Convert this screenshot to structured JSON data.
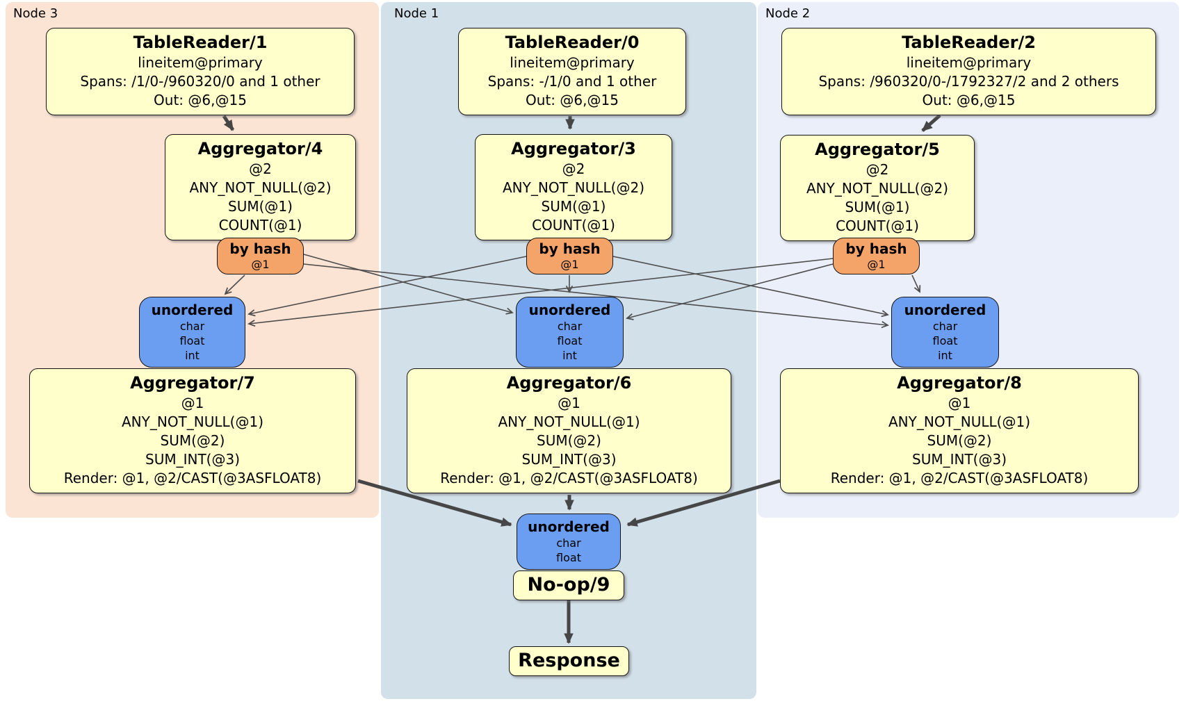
{
  "colors": {
    "node3_background": "#fce4d4",
    "node1_background": "#d2e0ea",
    "node2_background": "#eaeffa",
    "processor_box": "#ffffcc",
    "hash_router_box": "#f4a469",
    "unordered_sync_box": "#6b9ef1",
    "edge_stroke": "#464646"
  },
  "nodes": [
    {
      "label": "Node 3",
      "table_reader": {
        "title": "TableReader/1",
        "index": "lineitem@primary",
        "spans": "Spans: /1/0-/960320/0 and 1 other",
        "out": "Out: @6,@15"
      },
      "aggregator_top": {
        "title": "Aggregator/4",
        "lines": [
          "@2",
          "ANY_NOT_NULL(@2)",
          "SUM(@1)",
          "COUNT(@1)"
        ]
      },
      "router": {
        "title": "by hash",
        "detail": "@1"
      },
      "sync": {
        "title": "unordered",
        "lines": [
          "char",
          "float",
          "int"
        ]
      },
      "aggregator_bottom": {
        "title": "Aggregator/7",
        "lines": [
          "@1",
          "ANY_NOT_NULL(@1)",
          "SUM(@2)",
          "SUM_INT(@3)",
          "Render: @1, @2/CAST(@3ASFLOAT8)"
        ]
      }
    },
    {
      "label": "Node 1",
      "table_reader": {
        "title": "TableReader/0",
        "index": "lineitem@primary",
        "spans": "Spans: -/1/0 and 1 other",
        "out": "Out: @6,@15"
      },
      "aggregator_top": {
        "title": "Aggregator/3",
        "lines": [
          "@2",
          "ANY_NOT_NULL(@2)",
          "SUM(@1)",
          "COUNT(@1)"
        ]
      },
      "router": {
        "title": "by hash",
        "detail": "@1"
      },
      "sync": {
        "title": "unordered",
        "lines": [
          "char",
          "float",
          "int"
        ]
      },
      "aggregator_bottom": {
        "title": "Aggregator/6",
        "lines": [
          "@1",
          "ANY_NOT_NULL(@1)",
          "SUM(@2)",
          "SUM_INT(@3)",
          "Render: @1, @2/CAST(@3ASFLOAT8)"
        ]
      }
    },
    {
      "label": "Node 2",
      "table_reader": {
        "title": "TableReader/2",
        "index": "lineitem@primary",
        "spans": "Spans: /960320/0-/1792327/2 and 2 others",
        "out": "Out: @6,@15"
      },
      "aggregator_top": {
        "title": "Aggregator/5",
        "lines": [
          "@2",
          "ANY_NOT_NULL(@2)",
          "SUM(@1)",
          "COUNT(@1)"
        ]
      },
      "router": {
        "title": "by hash",
        "detail": "@1"
      },
      "sync": {
        "title": "unordered",
        "lines": [
          "char",
          "float",
          "int"
        ]
      },
      "aggregator_bottom": {
        "title": "Aggregator/8",
        "lines": [
          "@1",
          "ANY_NOT_NULL(@1)",
          "SUM(@2)",
          "SUM_INT(@3)",
          "Render: @1, @2/CAST(@3ASFLOAT8)"
        ]
      }
    }
  ],
  "output_chain": {
    "sync": {
      "title": "unordered",
      "lines": [
        "char",
        "float"
      ]
    },
    "noop": {
      "title": "No-op/9"
    },
    "response": {
      "title": "Response"
    }
  }
}
